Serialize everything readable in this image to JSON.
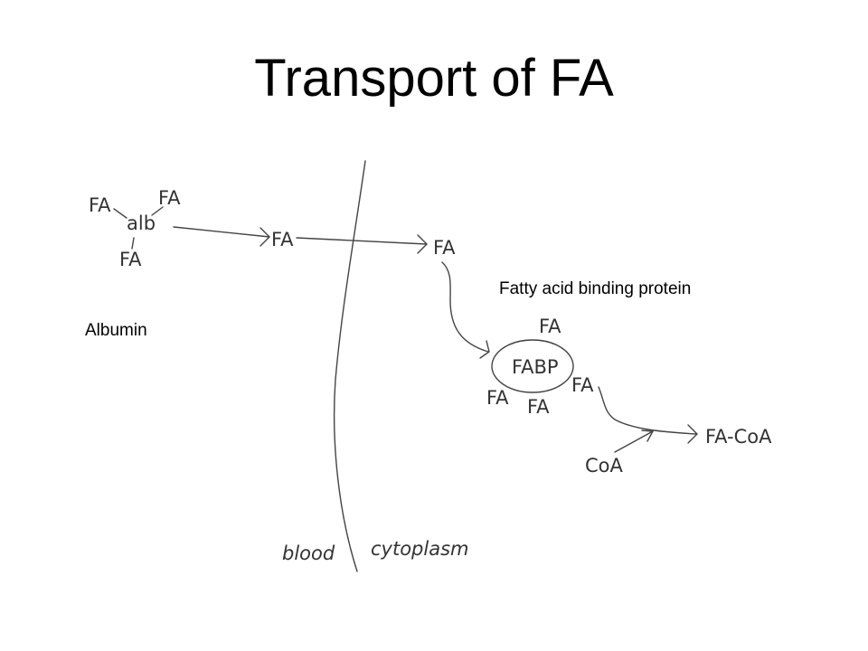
{
  "slide": {
    "title": "Transport of FA",
    "labels": {
      "albumin": "Albumin",
      "fabp_full": "Fatty acid binding protein"
    }
  },
  "diagram": {
    "albumin_complex": {
      "center": "alb",
      "fatty_acids": [
        "FA",
        "FA",
        "FA"
      ]
    },
    "transit": {
      "blood_side_fa": "FA",
      "cytoplasm_fa": "FA"
    },
    "fabp_complex": {
      "center": "FABP",
      "fatty_acids": [
        "FA",
        "FA",
        "FA",
        "FA"
      ]
    },
    "activation": {
      "cofactor": "CoA",
      "product": "FA-CoA"
    },
    "compartments": {
      "blood": "blood",
      "cytoplasm": "cytoplasm"
    },
    "colors": {
      "blood": "#e8394a",
      "cytoplasm": "#3f4aa8",
      "ink": "#444444"
    }
  }
}
